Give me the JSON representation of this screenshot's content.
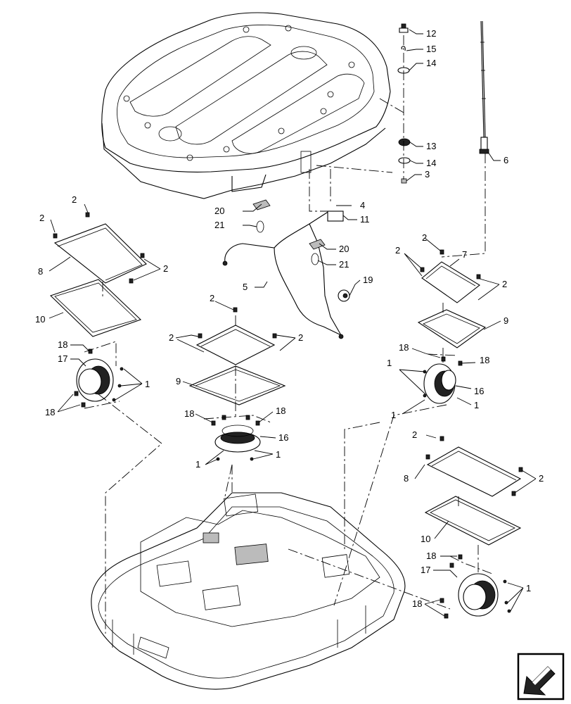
{
  "callouts": {
    "c12": "12",
    "c15": "15",
    "c14a": "14",
    "c13": "13",
    "c14b": "14",
    "c3": "3",
    "c6": "6",
    "c4": "4",
    "c11": "11",
    "c20a": "20",
    "c21a": "21",
    "c20b": "20",
    "c21b": "21",
    "c5": "5",
    "c19": "19",
    "c2a": "2",
    "c2b": "2",
    "c8a": "8",
    "c2c": "2",
    "c10a": "10",
    "c2d": "2",
    "c2e": "2",
    "c7": "7",
    "c2f": "2",
    "c9a": "9",
    "c2g": "2",
    "c2h": "2",
    "c2i": "2",
    "c9b": "9",
    "c18a": "18",
    "c17a": "17",
    "c1a": "1",
    "c18b": "18",
    "c18c": "18",
    "c1b": "1",
    "c18d": "18",
    "c16a": "16",
    "c1c": "1",
    "c1d": "1",
    "c18e": "18",
    "c18f": "18",
    "c16b": "16",
    "c1e": "1",
    "c1f": "1",
    "c2j": "2",
    "c8b": "8",
    "c2k": "2",
    "c10b": "10",
    "c18g": "18",
    "c17b": "17",
    "c1g": "1",
    "c18h": "18"
  },
  "icons": {
    "nav": "arrow-down-left-icon"
  }
}
